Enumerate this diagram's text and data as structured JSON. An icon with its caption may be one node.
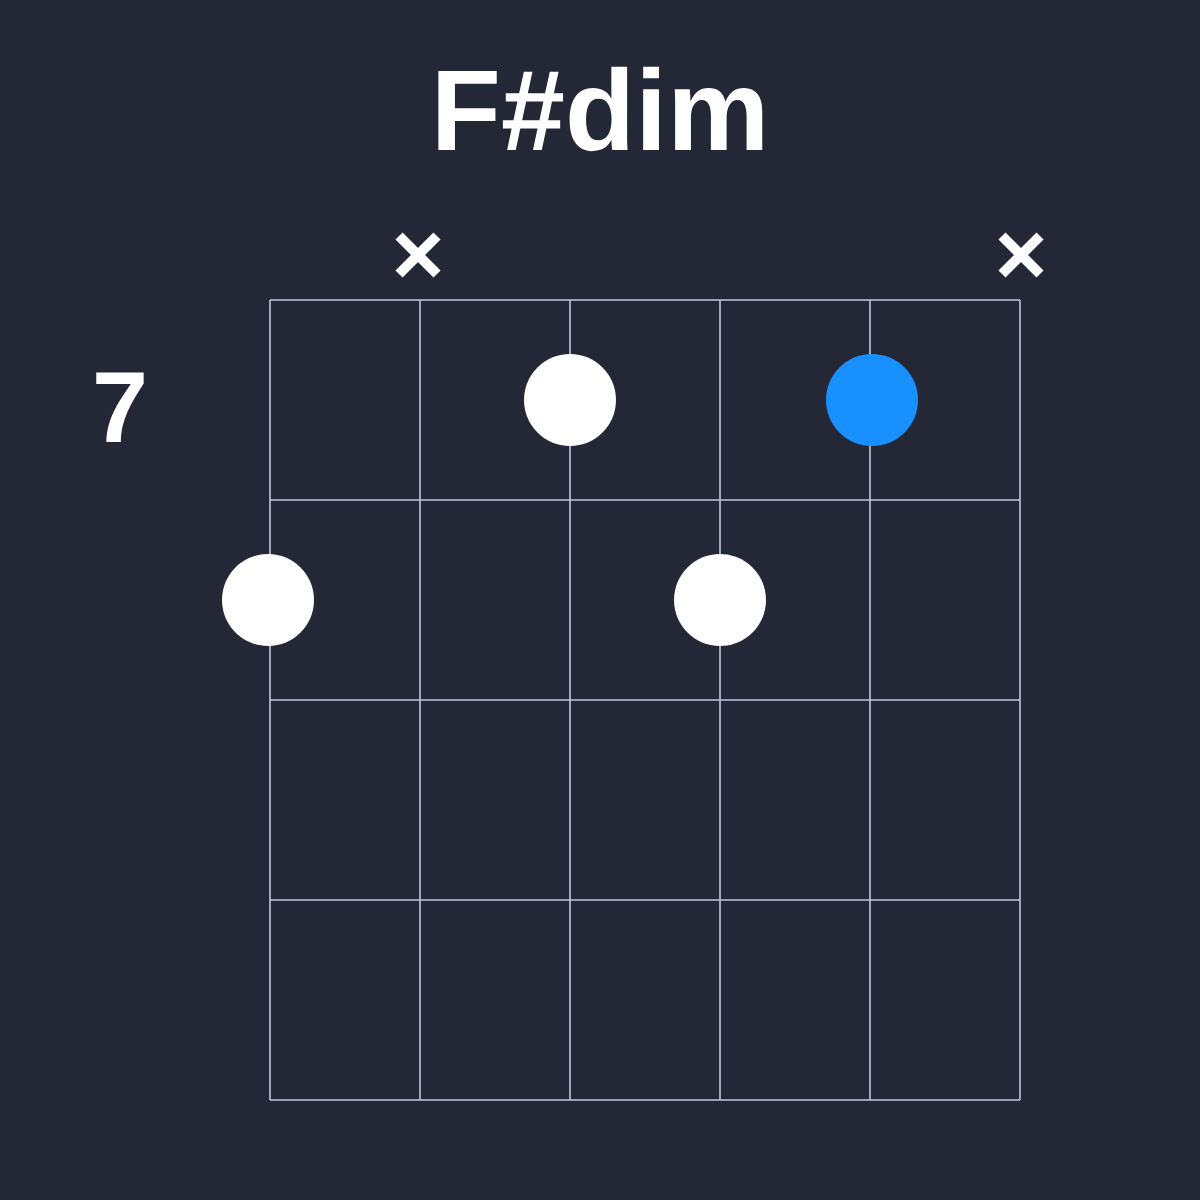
{
  "diagram": {
    "title": "F#dim",
    "nodes": [
      {
        "text": [],
        "shape": "circle"
      },
      {
        "text": [],
        "shape": "circle"
      },
      {
        "text": [],
        "shape": "circle"
      },
      {
        "text": [],
        "shape": "circle"
      }
    ],
    "labels": [
      "7"
    ]
  }
}
